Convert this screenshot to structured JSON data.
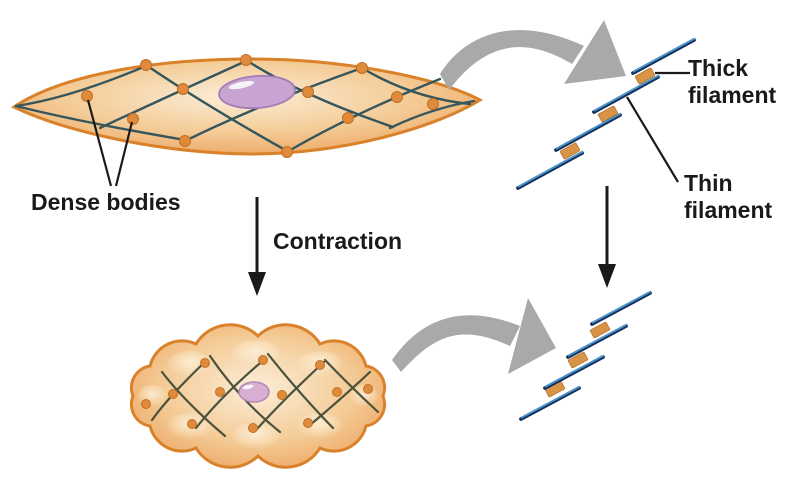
{
  "labels": {
    "dense_bodies": "Dense bodies",
    "contraction": "Contraction",
    "thick_filament": "Thick filament",
    "thin_filament": "Thin filament"
  },
  "colors": {
    "background": "#ffffff",
    "cell-center": "#fbeed8",
    "cell-mid": "#f4cb96",
    "cell-edge": "#eb9d55",
    "cell-outline": "#d9822b",
    "lattice-relaxed": "#35565c",
    "lattice-contracted": "#4a523c",
    "dense-body": "#e08a3c",
    "dense-body-outline": "#c06f25",
    "nucleus-relaxed": "#c7a4d2",
    "nucleus-relaxed-outline": "#a27cb5",
    "nucleus-contracted": "#d9aed3",
    "nucleus-contracted-outline": "#b287b4",
    "thin-filament-dark": "#14315e",
    "thin-filament-light": "#4b97cf",
    "thick-filament": "#d79447",
    "thick-filament-outline": "#b8742f",
    "zoom-arrow": "#a9a9a9",
    "pointer-line": "#1a1a1a",
    "label-text": "#1a1a1a"
  }
}
